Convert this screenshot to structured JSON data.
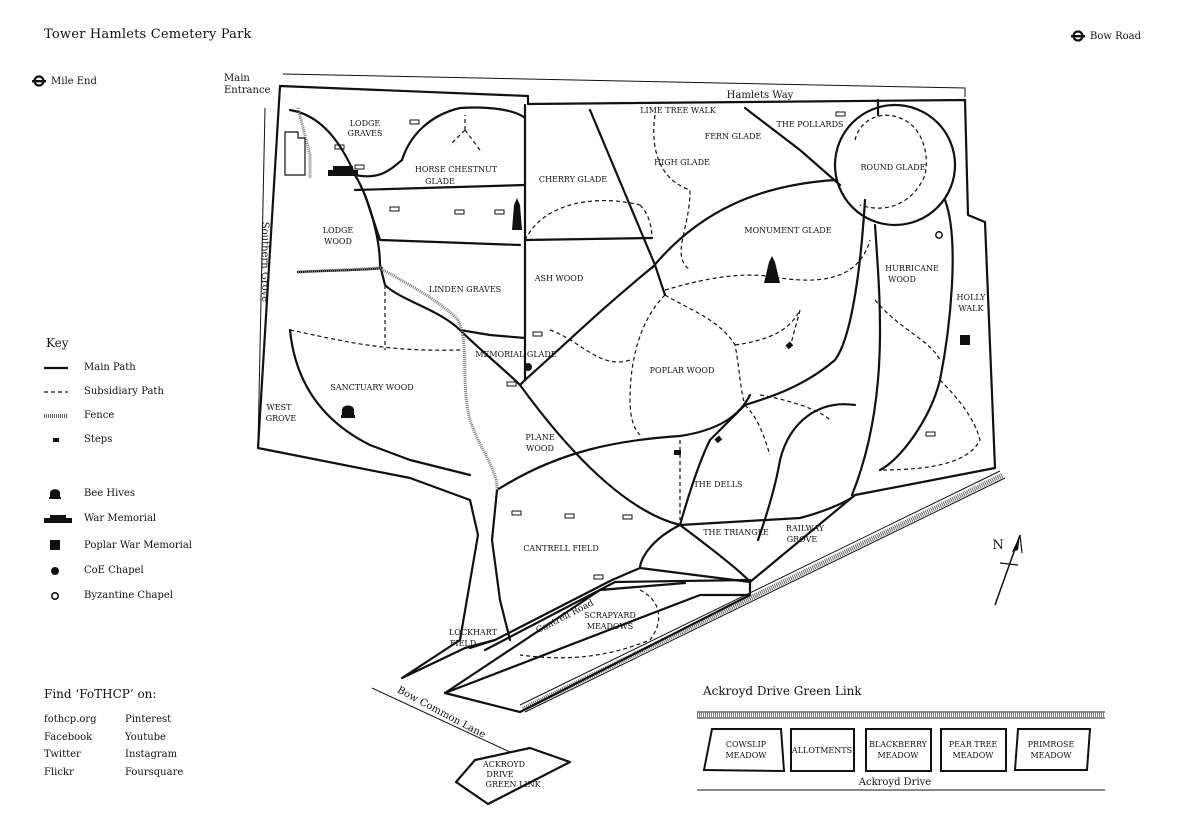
{
  "title": "Tower Hamlets Cemetery Park",
  "stations": {
    "mile_end": "Mile End",
    "bow_road": "Bow Road"
  },
  "entrance": {
    "line1": "Main",
    "line2": "Entrance"
  },
  "streets": {
    "hamlets_way": "Hamlets Way",
    "southern_grove": "Southern Grove",
    "bow_common_lane": "Bow Common Lane",
    "cantrell_road": "Cantrell Road",
    "ackroyd_drive": "Ackroyd Drive"
  },
  "areas": {
    "lodge_graves": [
      "LODGE",
      "GRAVES"
    ],
    "horse_chestnut": [
      "HORSE CHESTNUT",
      "GLADE"
    ],
    "cherry_glade": [
      "CHERRY GLADE"
    ],
    "lime_tree_walk": [
      "LIME TREE WALK"
    ],
    "high_glade": [
      "HIGH GLADE"
    ],
    "fern_glade": [
      "FERN GLADE"
    ],
    "the_pollards": [
      "THE POLLARDS"
    ],
    "round_glade": [
      "ROUND GLADE"
    ],
    "lodge_wood": [
      "LODGE",
      "WOOD"
    ],
    "monument_glade": [
      "MONUMENT GLADE"
    ],
    "hurricane_wood": [
      "HURRICANE",
      "WOOD"
    ],
    "holly_walk": [
      "HOLLY",
      "WALK"
    ],
    "linden_graves": [
      "LINDEN GRAVES"
    ],
    "ash_wood": [
      "ASH WOOD"
    ],
    "memorial_glade": [
      "MEMORIAL GLADE"
    ],
    "sanctuary_wood": [
      "SANCTUARY WOOD"
    ],
    "poplar_wood": [
      "POPLAR WOOD"
    ],
    "west_grove": [
      "WEST",
      "GROVE"
    ],
    "plane_wood": [
      "PLANE",
      "WOOD"
    ],
    "the_dells": [
      "THE DELLS"
    ],
    "the_triangle": [
      "THE TRIANGLE"
    ],
    "railway_grove": [
      "RAILWAY",
      "GROVE"
    ],
    "cantrell_field": [
      "CANTRELL FIELD"
    ],
    "scrapyard_meadows": [
      "SCRAPYARD",
      "MEADOWS"
    ],
    "lockhart_field": [
      "LOCKHART",
      "FIELD"
    ],
    "ackroyd_link": [
      "ACKROYD",
      "DRIVE",
      "GREEN LINK"
    ]
  },
  "north_label": "N",
  "key": {
    "heading": "Key",
    "items": [
      "Main Path",
      "Subsidiary Path",
      "Fence",
      "Steps",
      "Bee Hives",
      "War Memorial",
      "Poplar War Memorial",
      "CoE Chapel",
      "Byzantine Chapel"
    ]
  },
  "find": {
    "heading": "Find ‘FoTHCP’ on:",
    "left": [
      "fothcp.org",
      "Facebook",
      "Twitter",
      "Flickr"
    ],
    "right": [
      "Pinterest",
      "Youtube",
      "Instagram",
      "Foursquare"
    ]
  },
  "green_link": {
    "heading": "Ackroyd Drive Green Link",
    "boxes": [
      [
        "COWSLIP",
        "MEADOW"
      ],
      [
        "ALLOTMENTS"
      ],
      [
        "BLACKBERRY",
        "MEADOW"
      ],
      [
        "PEAR TREE",
        "MEADOW"
      ],
      [
        "PRIMROSE",
        "MEADOW"
      ]
    ]
  }
}
